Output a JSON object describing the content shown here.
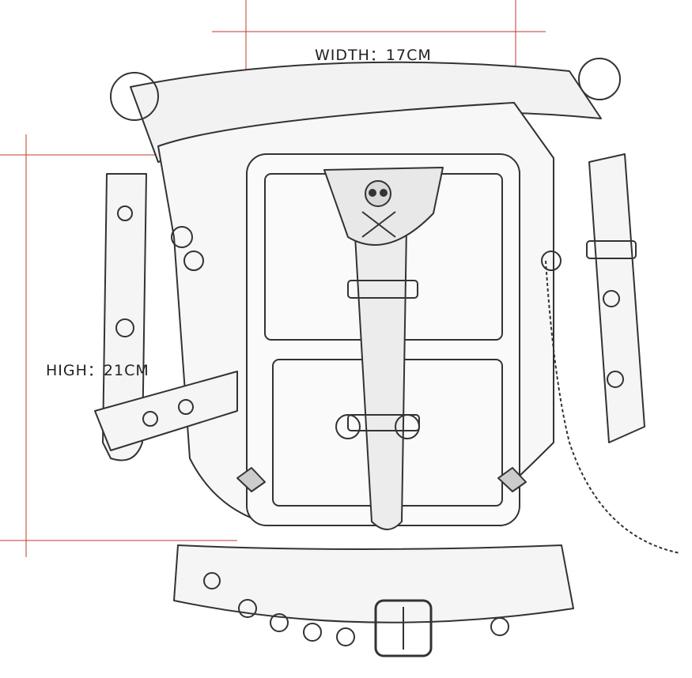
{
  "dimensions": {
    "width_label": "WIDTH：17CM",
    "height_label": "HIGH：21CM"
  },
  "colors": {
    "guide_line": "#c0392b",
    "outline": "#333333",
    "background": "#ffffff"
  },
  "icons": [
    "skull-crossbones-emblem",
    "buckle",
    "grommet",
    "d-ring",
    "chain",
    "studs"
  ]
}
